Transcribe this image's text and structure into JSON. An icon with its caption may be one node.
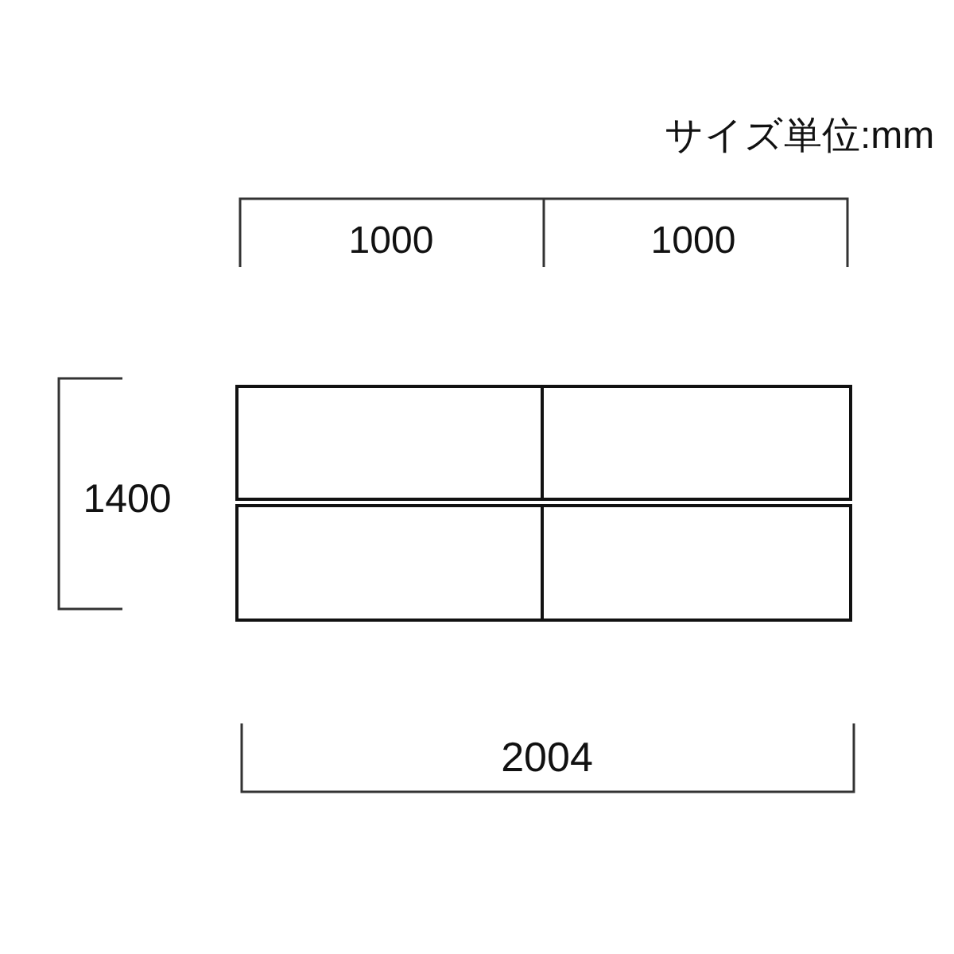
{
  "diagram": {
    "nodes": [
      {
        "text": [],
        "shape": "box"
      },
      {
        "text": [],
        "shape": "box"
      },
      {
        "text": [],
        "shape": "box"
      },
      {
        "text": [],
        "shape": "box"
      }
    ],
    "edges": [],
    "labels": [
      "サイズ単位:mm",
      "1000",
      "1000",
      "1400",
      "2004"
    ]
  }
}
